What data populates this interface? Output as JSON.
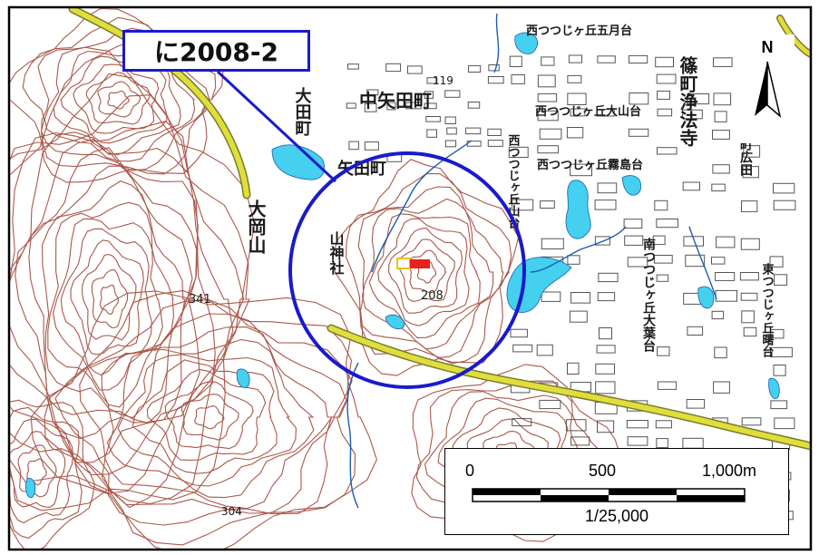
{
  "map_label": "に2008-2",
  "north_label": "N",
  "scale": {
    "tick_labels": [
      "0",
      "500",
      "1,000m"
    ],
    "ratio": "1/25,000"
  },
  "place_names": {
    "naka_yata": "中矢田町",
    "yata": "矢田町",
    "ota": "大田町",
    "ooka_yama": "大岡山",
    "yama_jinja": "山神社",
    "shino_joho": "篠町浄法寺",
    "shino_hirota": "篠町広田",
    "nishi_satsuki": "西つつじヶ丘五月台",
    "nishi_oyama": "西つつじヶ丘大山台",
    "nishi_kirishima": "西つつじヶ丘霧島台",
    "minami_taigyo": "南つつじヶ丘大葉台",
    "higashi_akebono": "東つつじヶ丘曙台",
    "nishi_yama": "西つつじヶ丘山台"
  },
  "elevations": [
    "341",
    "208",
    "304",
    "119"
  ],
  "colors": {
    "contour": "#9c3a2a",
    "water": "#44d0ee",
    "road": "#e0de3a",
    "circle": "#1a1acc",
    "marker": "#e8211a"
  }
}
